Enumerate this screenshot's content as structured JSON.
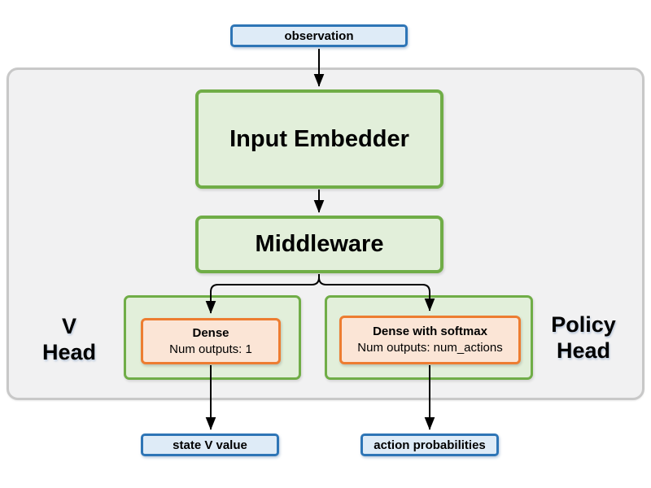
{
  "diagram": {
    "observation_label": "observation",
    "input_embedder_label": "Input Embedder",
    "middleware_label": "Middleware",
    "v_head": {
      "title_line1": "V",
      "title_line2": "Head",
      "dense_title": "Dense",
      "dense_detail": "Num outputs: 1",
      "output_label": "state V value"
    },
    "policy_head": {
      "title_line1": "Policy",
      "title_line2": "Head",
      "dense_title": "Dense with softmax",
      "dense_detail": "Num outputs: num_actions",
      "output_label": "action probabilities"
    },
    "colors": {
      "io_border": "#2E75B6",
      "io_fill": "#DEEBF7",
      "block_border": "#70AD47",
      "block_fill": "#E2EFDA",
      "layer_border": "#ED7D31",
      "layer_fill": "#FBE5D6",
      "panel_fill": "#F1F1F2",
      "panel_border": "#C8C8C8",
      "arrow": "#000000"
    }
  }
}
